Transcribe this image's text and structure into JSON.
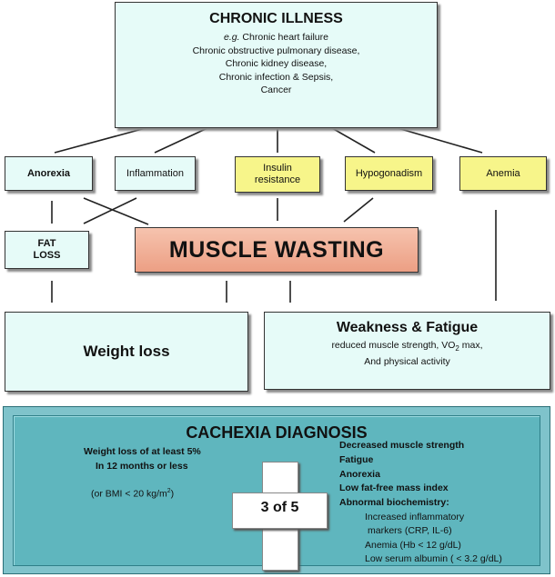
{
  "chronic": {
    "title": "CHRONIC ILLNESS",
    "eg": "e.g.",
    "line1": " Chronic heart failure",
    "line2": "Chronic obstructive pulmonary disease,",
    "line3": "Chronic kidney disease,",
    "line4": "Chronic infection & Sepsis,",
    "line5": "Cancer"
  },
  "factors": {
    "anorexia": "Anorexia",
    "inflammation": "Inflammation",
    "insulin1": "Insulin",
    "insulin2": "resistance",
    "hypogonadism": "Hypogonadism",
    "anemia": "Anemia"
  },
  "fat_loss": {
    "line1": "FAT",
    "line2": "LOSS"
  },
  "muscle_wasting": "MUSCLE WASTING",
  "weight_loss": "Weight loss",
  "weakness": {
    "title": "Weakness & Fatigue",
    "sub1_pre": "reduced muscle strength, VO",
    "sub1_sub": "2",
    "sub1_post": " max,",
    "sub2": "And physical activity"
  },
  "diagnosis": {
    "title": "CACHEXIA DIAGNOSIS",
    "left1": "Weight loss of at least 5%",
    "left2": "In 12 months or less",
    "bmi_pre": "(or BMI < 20 kg/m",
    "bmi_sup": "2",
    "bmi_post": ")",
    "center": "3 of 5",
    "criteria": [
      "Decreased muscle strength",
      "Fatigue",
      "Anorexia",
      "Low fat-free mass index",
      "Abnormal biochemistry:"
    ],
    "bio": [
      "Increased inflammatory",
      "markers (CRP, IL-6)",
      "Anemia (Hb < 12 g/dL)",
      "Low serum albumin ( < 3.2 g/dL)"
    ]
  }
}
